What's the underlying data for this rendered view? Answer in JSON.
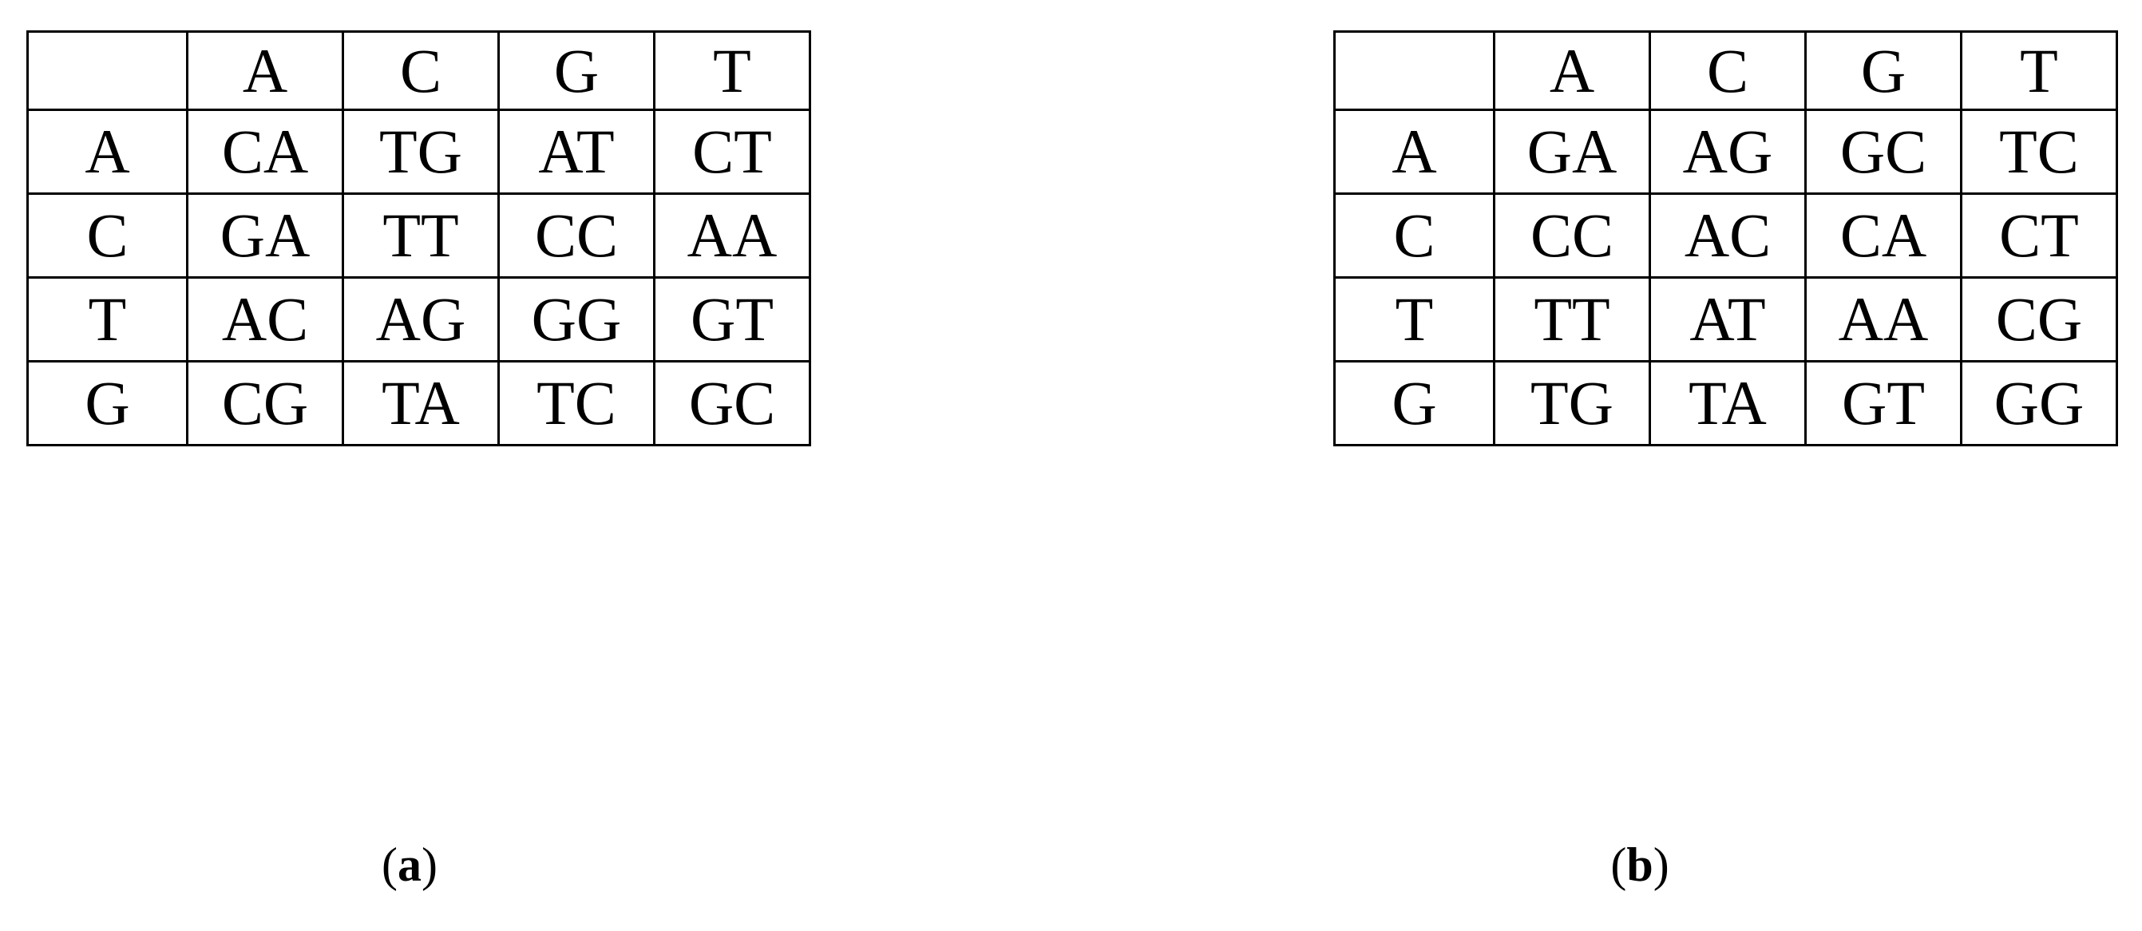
{
  "figure": {
    "background_color": "#ffffff",
    "text_color": "#000000",
    "border_color": "#000000",
    "highlight_color": "#ccfbfb",
    "panels": [
      {
        "id": "a",
        "caption_open_paren": "(",
        "caption_letter": "a",
        "caption_close_paren": ")",
        "caption_full": "(a)",
        "table": {
          "corner_label": "",
          "column_headers": [
            "A",
            "C",
            "G",
            "T"
          ],
          "row_headers": [
            "A",
            "C",
            "T",
            "G"
          ],
          "rows": [
            [
              "CA",
              "TG",
              "AT",
              "CT"
            ],
            [
              "GA",
              "TT",
              "CC",
              "AA"
            ],
            [
              "AC",
              "AG",
              "GG",
              "GT"
            ],
            [
              "CG",
              "TA",
              "TC",
              "GC"
            ]
          ]
        }
      },
      {
        "id": "b",
        "caption_open_paren": "(",
        "caption_letter": "b",
        "caption_close_paren": ")",
        "caption_full": "(b)",
        "table": {
          "corner_label": "",
          "column_headers": [
            "A",
            "C",
            "G",
            "T"
          ],
          "row_headers": [
            "A",
            "C",
            "T",
            "G"
          ],
          "rows": [
            [
              "GA",
              "AG",
              "GC",
              "TC"
            ],
            [
              "CC",
              "AC",
              "CA",
              "CT"
            ],
            [
              "TT",
              "AT",
              "AA",
              "CG"
            ],
            [
              "TG",
              "TA",
              "GT",
              "GG"
            ]
          ]
        }
      }
    ]
  },
  "chart_data": {
    "type": "table",
    "title": "",
    "tables": [
      {
        "label": "(a)",
        "column_headers": [
          "A",
          "C",
          "G",
          "T"
        ],
        "row_headers": [
          "A",
          "C",
          "T",
          "G"
        ],
        "cells": [
          [
            "CA",
            "TG",
            "AT",
            "CT"
          ],
          [
            "GA",
            "TT",
            "CC",
            "AA"
          ],
          [
            "AC",
            "AG",
            "GG",
            "GT"
          ],
          [
            "CG",
            "TA",
            "TC",
            "GC"
          ]
        ]
      },
      {
        "label": "(b)",
        "column_headers": [
          "A",
          "C",
          "G",
          "T"
        ],
        "row_headers": [
          "A",
          "C",
          "T",
          "G"
        ],
        "cells": [
          [
            "GA",
            "AG",
            "GC",
            "TC"
          ],
          [
            "CC",
            "AC",
            "CA",
            "CT"
          ],
          [
            "TT",
            "AT",
            "AA",
            "CG"
          ],
          [
            "TG",
            "TA",
            "GT",
            "GG"
          ]
        ]
      }
    ]
  }
}
